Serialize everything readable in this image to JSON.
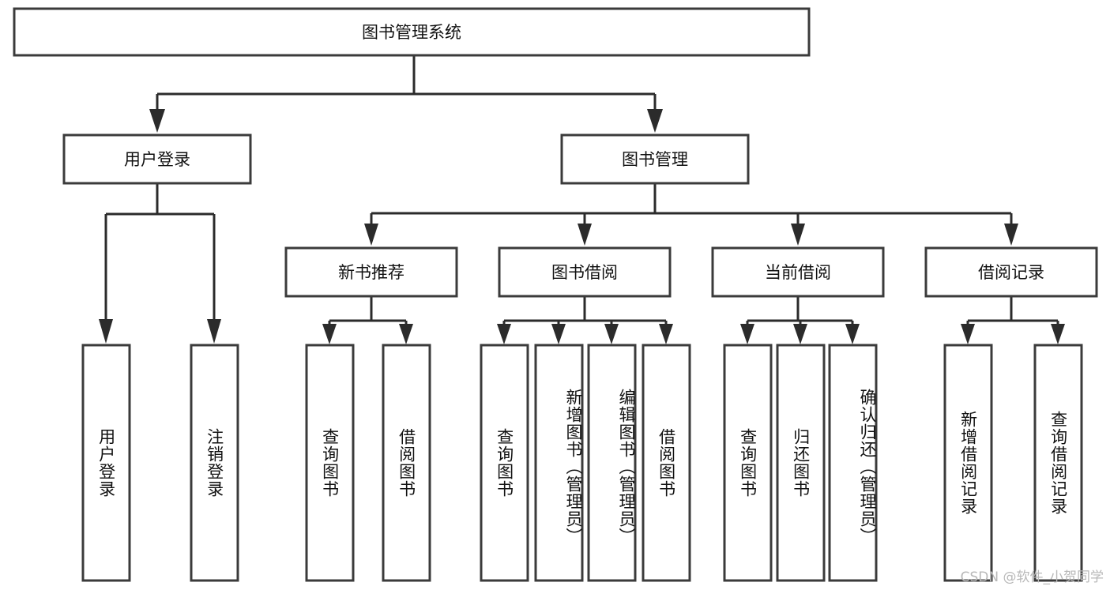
{
  "diagram": {
    "title": "图书管理系统",
    "type": "hierarchy-tree",
    "root": {
      "id": "root",
      "label": "图书管理系统"
    },
    "level2": [
      {
        "id": "user-login",
        "label": "用户登录"
      },
      {
        "id": "book-manage",
        "label": "图书管理"
      }
    ],
    "level3": [
      {
        "id": "new-book-recommend",
        "label": "新书推荐",
        "parent": "book-manage"
      },
      {
        "id": "book-borrow",
        "label": "图书借阅",
        "parent": "book-manage"
      },
      {
        "id": "current-borrow",
        "label": "当前借阅",
        "parent": "book-manage"
      },
      {
        "id": "borrow-record",
        "label": "借阅记录",
        "parent": "book-manage"
      }
    ],
    "leaves": [
      {
        "id": "leaf-user-login",
        "label": "用户登录",
        "parent": "user-login"
      },
      {
        "id": "leaf-user-logout",
        "label": "注销登录",
        "parent": "user-login"
      },
      {
        "id": "leaf-query-book-1",
        "label": "查询图书",
        "parent": "new-book-recommend"
      },
      {
        "id": "leaf-borrow-book-1",
        "label": "借阅图书",
        "parent": "new-book-recommend"
      },
      {
        "id": "leaf-query-book-2",
        "label": "查询图书",
        "parent": "book-borrow"
      },
      {
        "id": "leaf-add-book",
        "label": "新增图书（管理员）",
        "parent": "book-borrow"
      },
      {
        "id": "leaf-edit-book",
        "label": "编辑图书（管理员）",
        "parent": "book-borrow"
      },
      {
        "id": "leaf-borrow-book-2",
        "label": "借阅图书",
        "parent": "book-borrow"
      },
      {
        "id": "leaf-query-book-3",
        "label": "查询图书",
        "parent": "current-borrow"
      },
      {
        "id": "leaf-return-book",
        "label": "归还图书",
        "parent": "current-borrow"
      },
      {
        "id": "leaf-confirm-return",
        "label": "确认归还（管理员）",
        "parent": "current-borrow"
      },
      {
        "id": "leaf-add-record",
        "label": "新增借阅记录",
        "parent": "borrow-record"
      },
      {
        "id": "leaf-query-record",
        "label": "查询借阅记录",
        "parent": "borrow-record"
      }
    ],
    "watermark": "CSDN @软件_小贺同学",
    "colors": {
      "box_stroke": "#3b3b3b",
      "connector": "#2b2b2b",
      "text": "#111111",
      "background": "#ffffff",
      "watermark": "#b8b8b8"
    }
  }
}
